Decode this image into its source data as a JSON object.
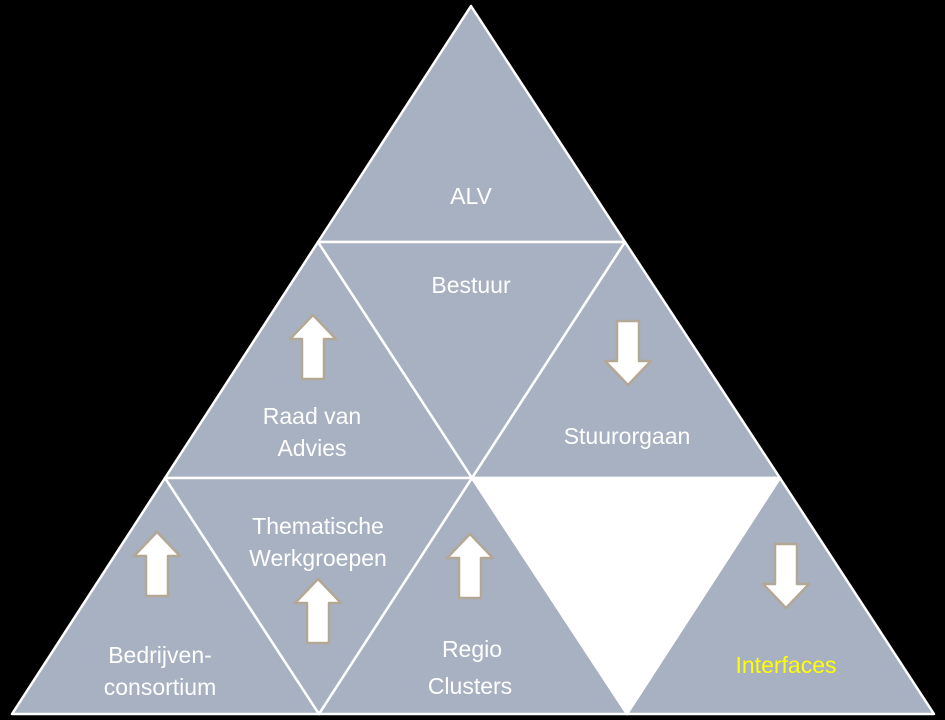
{
  "diagram": {
    "type": "pyramid-hierarchy",
    "colors": {
      "background": "#000000",
      "triangle_fill": "#a7b1c1",
      "triangle_border": "#ffffff",
      "label": "#ffffff",
      "label_highlight": "#ffff00",
      "arrow_fill": "#ffffff",
      "arrow_border": "#b3a795",
      "empty_cell": "#ffffff"
    },
    "nodes": {
      "alv": {
        "label": "ALV"
      },
      "bestuur": {
        "label": "Bestuur"
      },
      "raad": {
        "label_line1": "Raad van",
        "label_line2": "Advies",
        "arrow": "up"
      },
      "stuurorgaan": {
        "label": "Stuurorgaan",
        "arrow": "down"
      },
      "bedrijven": {
        "label_line1": "Bedrijven-",
        "label_line2": "consortium",
        "arrow": "up"
      },
      "thematische": {
        "label_line1": "Thematische",
        "label_line2": "Werkgroepen",
        "arrow": "up"
      },
      "regio": {
        "label_line1": "Regio",
        "label_line2": "Clusters",
        "arrow": "up"
      },
      "interfaces": {
        "label": "Interfaces",
        "arrow": "down"
      }
    }
  }
}
